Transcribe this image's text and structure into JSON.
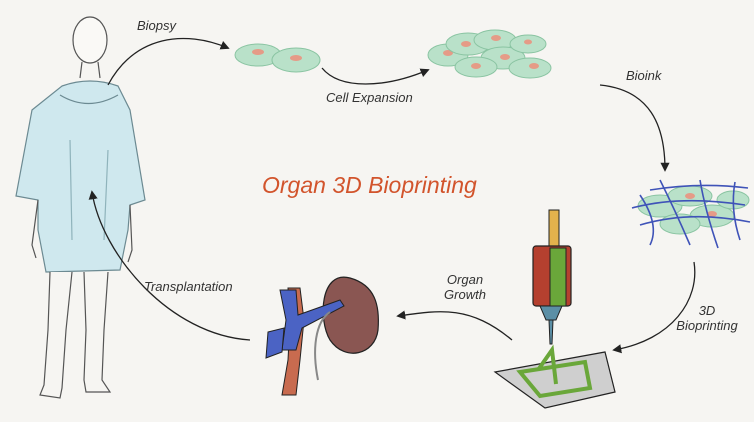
{
  "diagram": {
    "title": "Organ 3D Bioprinting",
    "steps": {
      "biopsy": "Biopsy",
      "cell_expansion": "Cell Expansion",
      "bioink": "Bioink",
      "bioprinting_line1": "3D",
      "bioprinting_line2": "Bioprinting",
      "organ_growth_line1": "Organ",
      "organ_growth_line2": "Growth",
      "transplantation": "Transplantation"
    }
  },
  "colors": {
    "background": "#f6f5f2",
    "title": "#d2542c",
    "gown": "#cfe8ee",
    "cells": "#b9e1c9",
    "nuclei": "#e59b87",
    "bioink_fibers": "#3f53b8",
    "printer_red": "#b5402f",
    "printer_green": "#6aa73a",
    "printer_nozzle": "#5b8fa6",
    "kidney": "#8a5652",
    "vein": "#4b63c4",
    "artery": "#c86b4f"
  },
  "icons": [
    "patient-figure",
    "cells-icon",
    "bioink-mesh-icon",
    "bioprinter-icon",
    "kidney-organ-icon"
  ]
}
